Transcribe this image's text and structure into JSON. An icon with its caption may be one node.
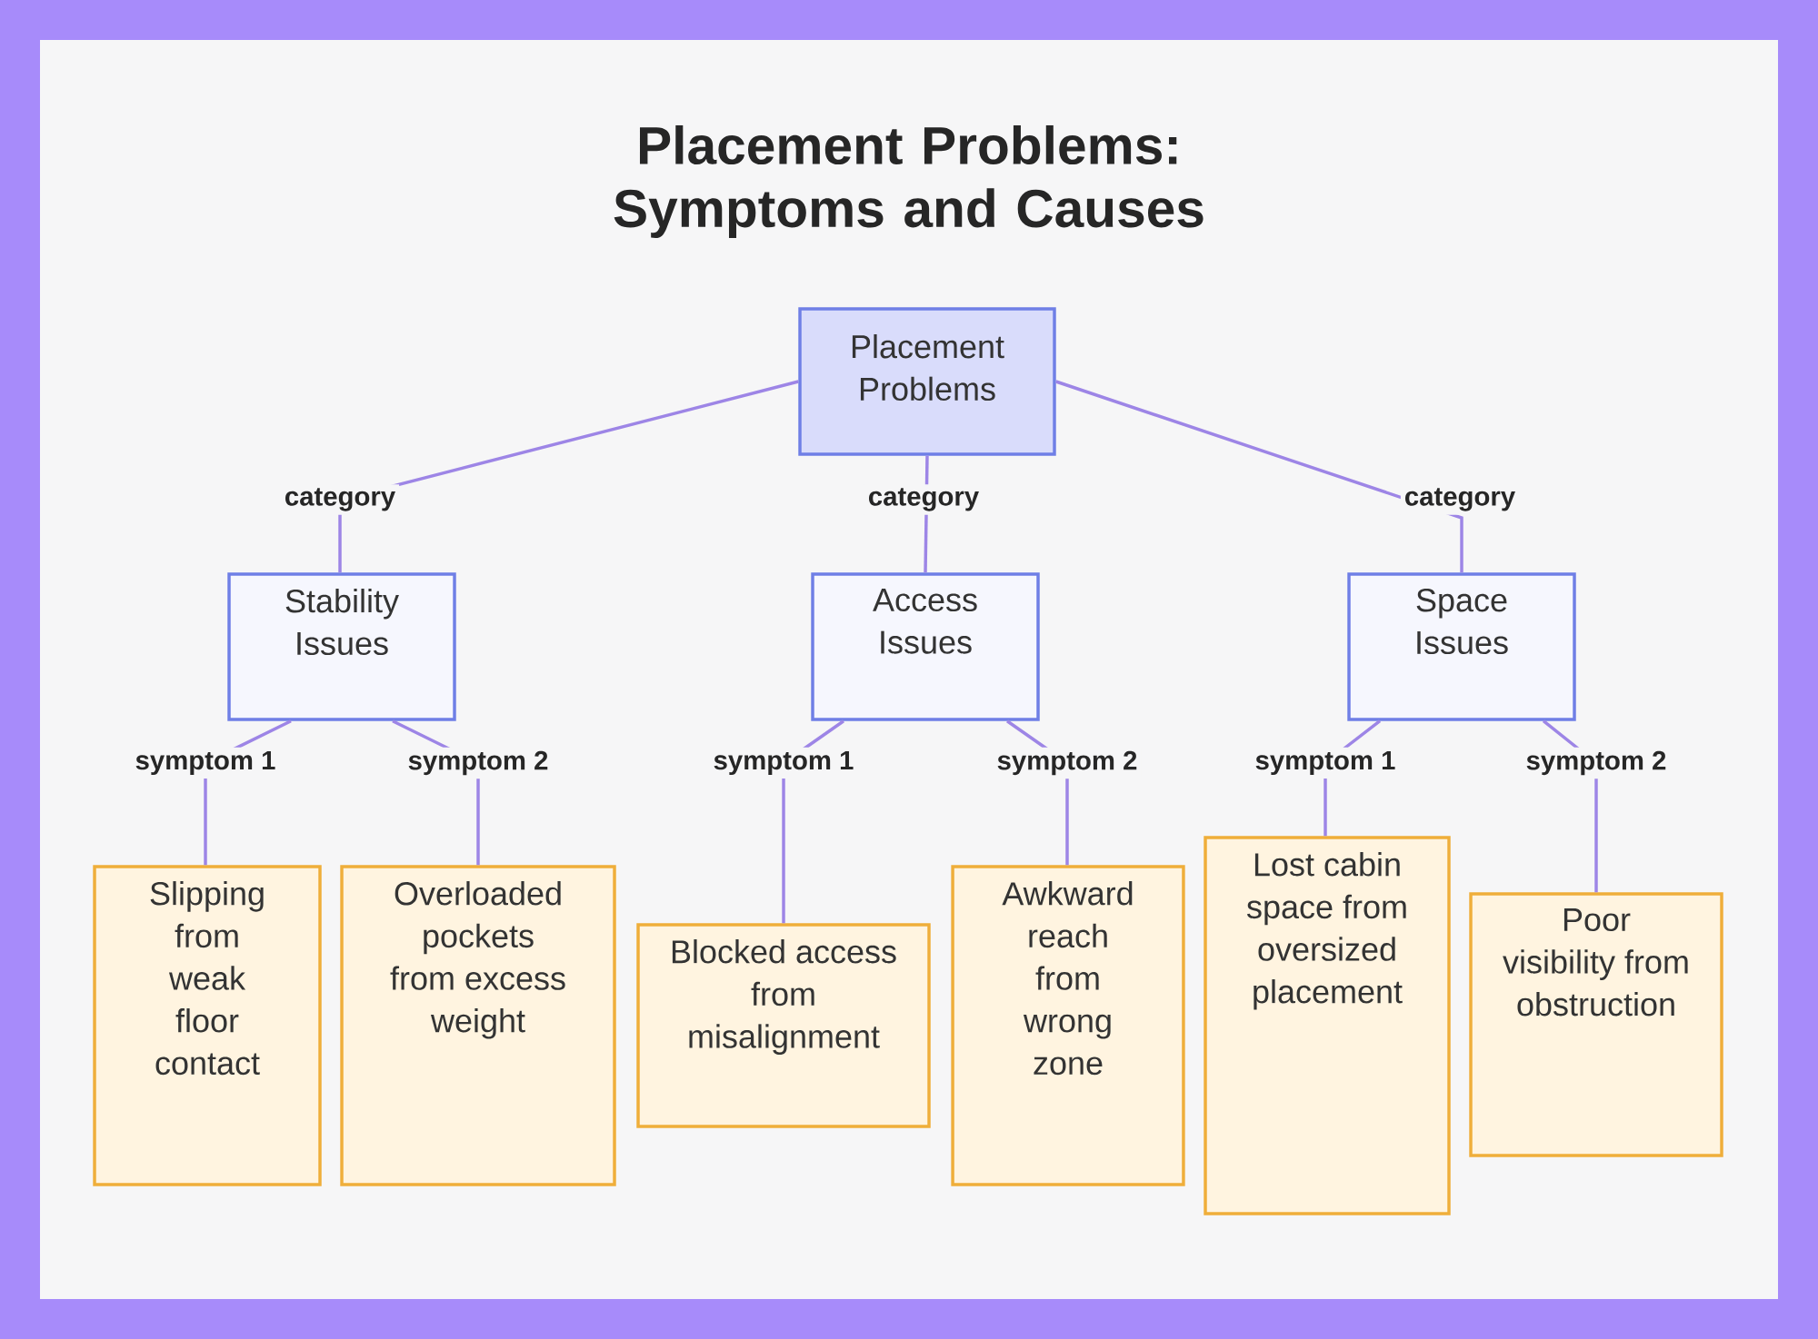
{
  "diagram": {
    "title": "Placement Problems: Symptoms and Causes",
    "nodes": [
      {
        "text": [
          "Placement Problems"
        ]
      },
      {
        "text": [
          "Stability Issues"
        ]
      },
      {
        "text": [
          "Access Issues"
        ]
      },
      {
        "text": [
          "Space Issues"
        ]
      },
      {
        "text": [
          "Slipping from weak floor contact"
        ]
      },
      {
        "text": [
          "Overloaded pockets from excess weight"
        ]
      },
      {
        "text": [
          "Blocked access from misalignment"
        ]
      },
      {
        "text": [
          "Awkward reach from wrong zone"
        ]
      },
      {
        "text": [
          "Lost cabin space from oversized placement"
        ]
      },
      {
        "text": [
          "Poor visibility from obstruction"
        ]
      }
    ],
    "edges": [
      {
        "from": 0,
        "to": 1,
        "arrow": "none",
        "label": "category"
      },
      {
        "from": 0,
        "to": 2,
        "arrow": "none",
        "label": "category"
      },
      {
        "from": 0,
        "to": 3,
        "arrow": "none",
        "label": "category"
      },
      {
        "from": 1,
        "to": 4,
        "arrow": "none",
        "label": "symptom 1"
      },
      {
        "from": 1,
        "to": 5,
        "arrow": "none",
        "label": "symptom 2"
      },
      {
        "from": 2,
        "to": 6,
        "arrow": "none",
        "label": "symptom 1"
      },
      {
        "from": 2,
        "to": 7,
        "arrow": "none",
        "label": "symptom 2"
      },
      {
        "from": 3,
        "to": 8,
        "arrow": "none",
        "label": "symptom 1"
      },
      {
        "from": 3,
        "to": 9,
        "arrow": "none",
        "label": "symptom 2"
      }
    ]
  }
}
